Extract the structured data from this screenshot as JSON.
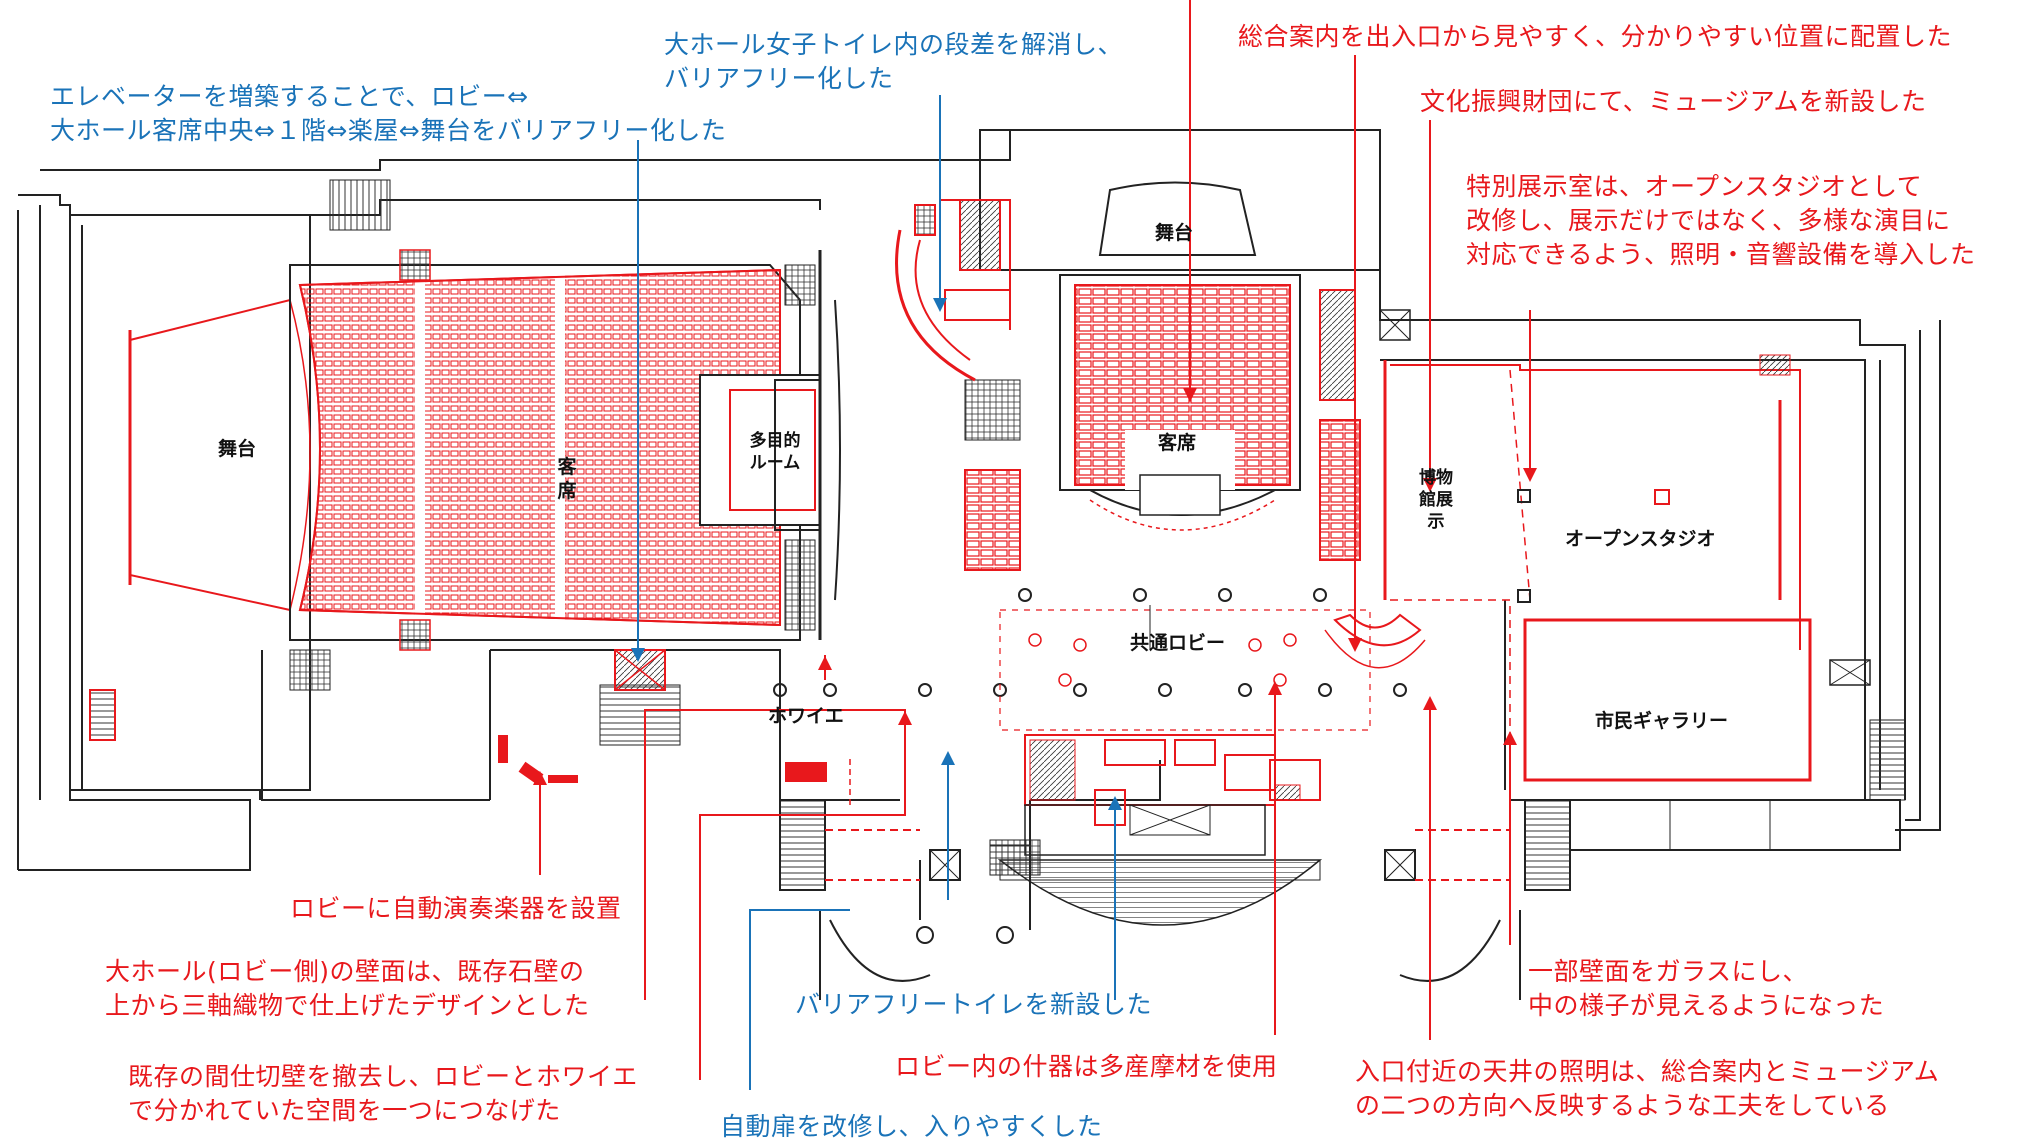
{
  "colors": {
    "annotation_red": "#e8181c",
    "annotation_blue": "#1a73b8",
    "plan_line": "#222222",
    "renovation_red": "#e8181c"
  },
  "rooms": {
    "large_hall_stage": "舞台",
    "large_hall_seats": "客席",
    "multipurpose_room": "多目的ルーム",
    "foyer": "ホワイエ",
    "small_hall_stage": "舞台",
    "small_hall_seats": "客席",
    "common_lobby": "共通ロビー",
    "museum_exhibit": "博物館展示",
    "open_studio": "オープンスタジオ",
    "citizens_gallery": "市民ギャラリー"
  },
  "annotations": {
    "elevator": "エレベーターを増築することで、ロビー⇔大ホール客席中央⇔１階⇔楽屋⇔舞台をバリアフリー化した",
    "elevator_line1": "エレベーターを増築することで、ロビー⇔",
    "elevator_line2": "大ホール客席中央⇔１階⇔楽屋⇔舞台をバリアフリー化した",
    "toilet_step_line1": "大ホール女子トイレ内の段差を解消し、",
    "toilet_step_line2": "バリアフリー化した",
    "info_desk": "総合案内を出入口から見やすく、分かりやすい位置に配置した",
    "museum": "文化振興財団にて、ミュージアムを新設した",
    "special_exhibit_line1": "特別展示室は、オープンスタジオとして",
    "special_exhibit_line2": "改修し、展示だけではなく、多様な演目に",
    "special_exhibit_line3": "対応できるよう、照明・音響設備を導入した",
    "auto_instrument": "ロビーに自動演奏楽器を設置",
    "wall_fabric_line1": "大ホール(ロビー側)の壁面は、既存石壁の",
    "wall_fabric_line2": "上から三軸織物で仕上げたデザインとした",
    "barrier_free_toilet": "バリアフリートイレを新設した",
    "glass_wall_line1": "一部壁面をガラスにし、",
    "glass_wall_line2": "中の様子が見えるようになった",
    "partition_line1": "既存の間仕切壁を撤去し、ロビーとホワイエ",
    "partition_line2": "で分かれていた空間を一つにつなげた",
    "furniture": "ロビー内の什器は多産摩材を使用",
    "ceiling_light_line1": "入口付近の天井の照明は、総合案内とミュージアム",
    "ceiling_light_line2": "の二つの方向へ反映するような工夫をしている",
    "auto_door": "自動扉を改修し、入りやすくした"
  }
}
